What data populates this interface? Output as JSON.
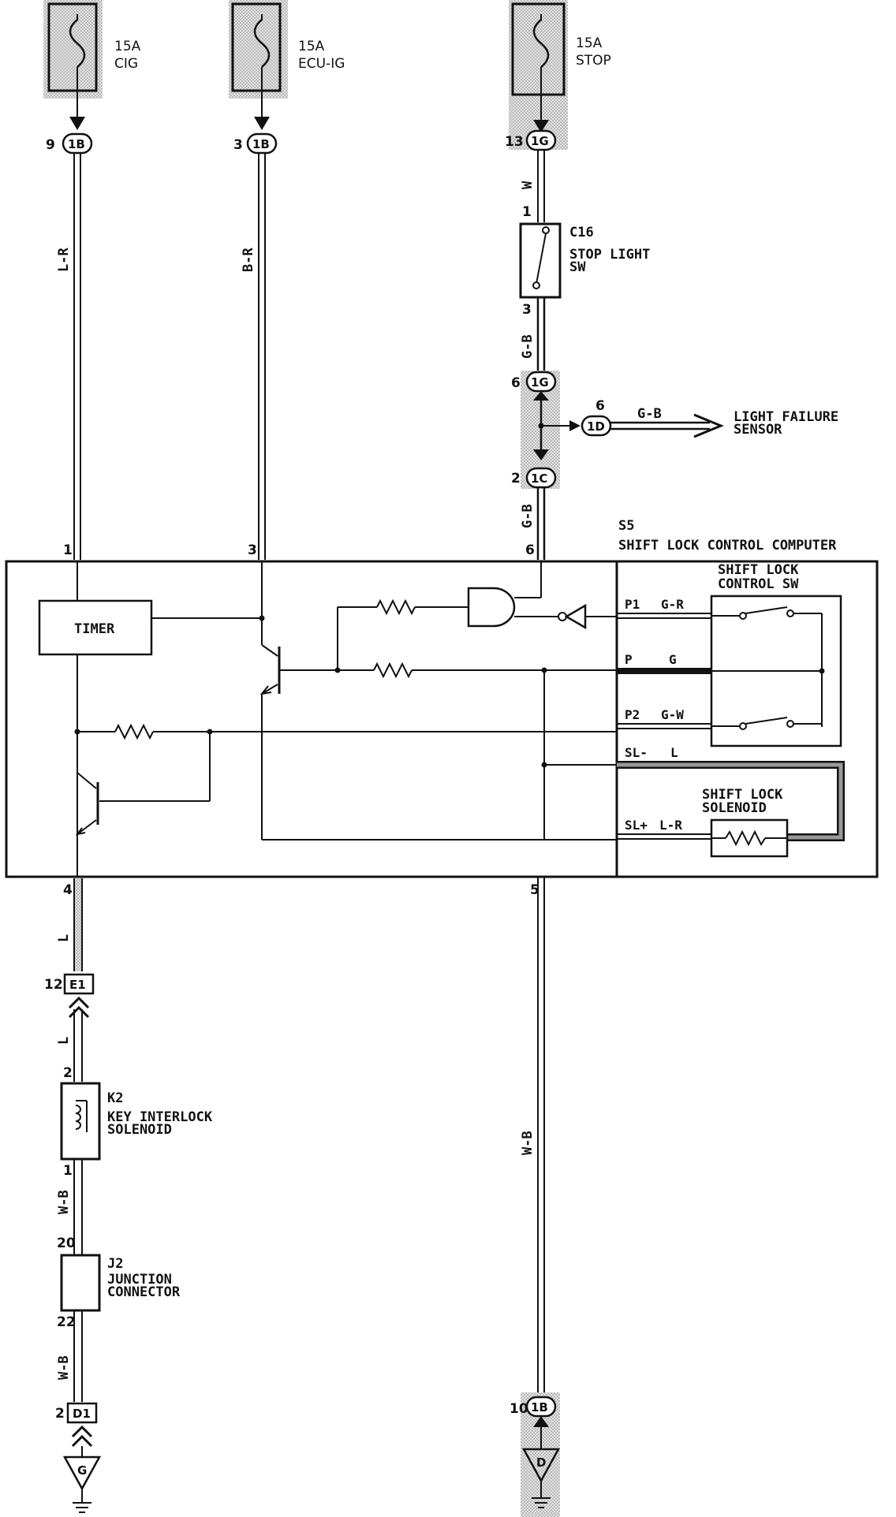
{
  "fuses": [
    {
      "rating": "15A",
      "name": "CIG"
    },
    {
      "rating": "15A",
      "name": "ECU-IG"
    },
    {
      "rating": "15A",
      "name": "STOP"
    }
  ],
  "connectors": {
    "c1": {
      "pin": "9",
      "id": "1B"
    },
    "c2": {
      "pin": "3",
      "id": "1B"
    },
    "c3": {
      "pin": "13",
      "id": "1G"
    },
    "c4": {
      "pin": "6",
      "id": "1G"
    },
    "c5": {
      "pin": "6",
      "id": "1D"
    },
    "c6": {
      "pin": "2",
      "id": "1C"
    },
    "c7": {
      "pin": "12",
      "id": "E1"
    },
    "c8": {
      "pin": "2",
      "id": "D1"
    },
    "c9": {
      "pin": "10",
      "id": "1B"
    }
  },
  "wires": {
    "lr": "L-R",
    "br": "B-R",
    "w": "W",
    "gb1": "G-B",
    "gb2": "G-B",
    "gb3": "G-B",
    "l1": "L",
    "l2": "L",
    "wb1": "W-B",
    "wb2": "W-B",
    "wb3": "W-B"
  },
  "stop_switch": {
    "code": "C16",
    "name1": "STOP LIGHT",
    "name2": "SW",
    "pin_top": "1",
    "pin_bot": "3"
  },
  "light_failure": {
    "name1": "LIGHT FAILURE",
    "name2": "SENSOR"
  },
  "computer": {
    "code": "S5",
    "name": "SHIFT LOCK CONTROL COMPUTER",
    "pin1": "1",
    "pin3": "3",
    "pin6": "6",
    "pin4": "4",
    "pin5": "5",
    "timer": "TIMER"
  },
  "shift_sw": {
    "name1": "SHIFT LOCK",
    "name2": "CONTROL SW"
  },
  "terminals": [
    {
      "name": "P1",
      "wire": "G-R"
    },
    {
      "name": "P",
      "wire": "G"
    },
    {
      "name": "P2",
      "wire": "G-W"
    },
    {
      "name": "SL-",
      "wire": "L"
    },
    {
      "name": "SL+",
      "wire": "L-R"
    }
  ],
  "solenoid": {
    "name1": "SHIFT LOCK",
    "name2": "SOLENOID"
  },
  "key_interlock": {
    "code": "K2",
    "name1": "KEY INTERLOCK",
    "name2": "SOLENOID",
    "pin_top": "2",
    "pin_bot": "1"
  },
  "junction": {
    "code": "J2",
    "name1": "JUNCTION",
    "name2": "CONNECTOR",
    "pin_top": "20",
    "pin_bot": "22"
  },
  "grounds": [
    {
      "name": "G"
    },
    {
      "name": "D"
    }
  ]
}
